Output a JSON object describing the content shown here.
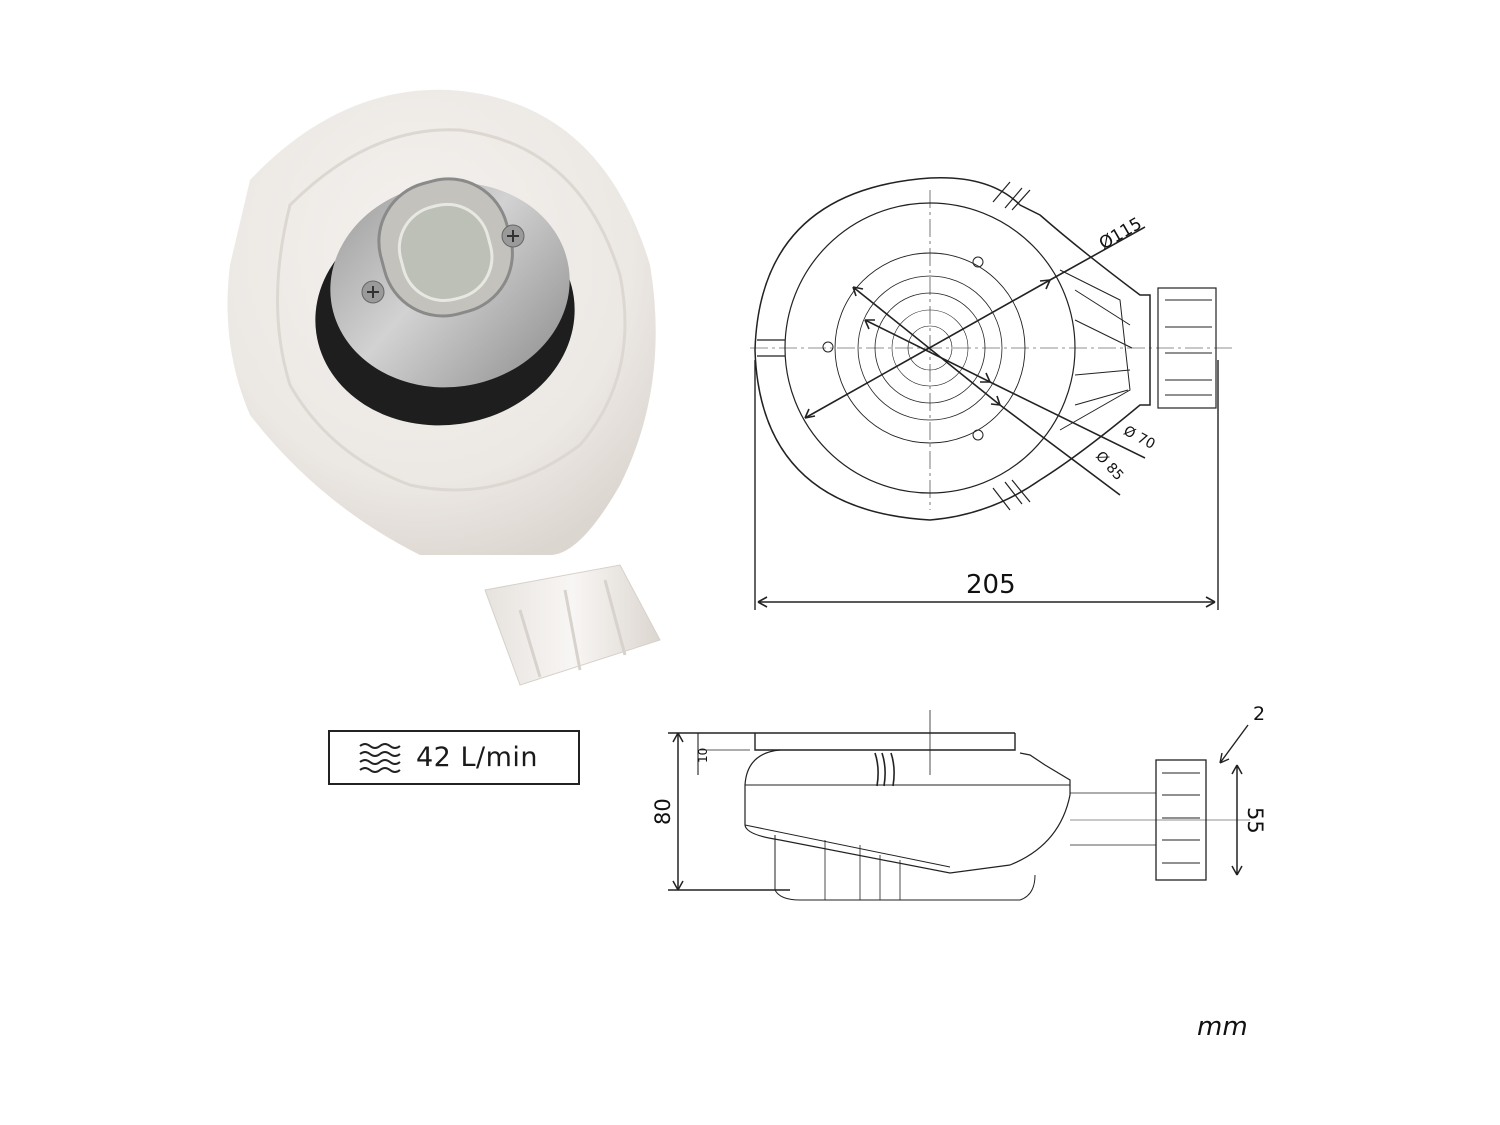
{
  "product_photo": {
    "description": "shower drain trap photo",
    "body_color": "#eeeae6",
    "grate_color": "#b8b8b8",
    "gasket_color": "#1e1e1e"
  },
  "top_view": {
    "dimensions": {
      "d_outer": "Ø115",
      "d_mid": "Ø 70",
      "d_inner": "Ø 85",
      "total_width": "205"
    }
  },
  "side_view": {
    "dimensions": {
      "total_height": "80",
      "rim_height": "10",
      "outlet_diameter": "55",
      "callout": "2"
    }
  },
  "flow_rate": {
    "icon": "water-waves-icon",
    "value": "42 L/min"
  },
  "unit_label": "mm"
}
